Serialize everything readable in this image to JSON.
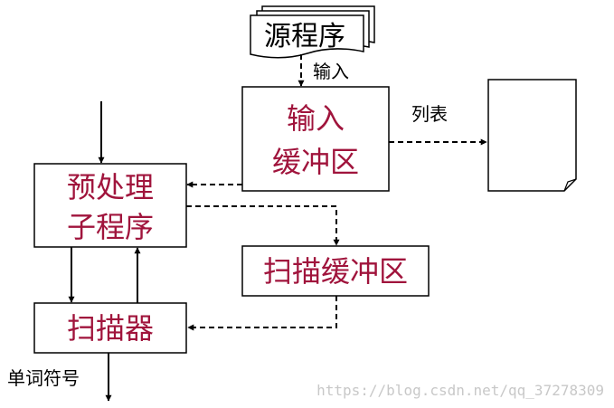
{
  "colors": {
    "node_text": "#a0143c",
    "line": "#000000",
    "watermark": "#c8c8c8"
  },
  "source_program": {
    "label": "源程序"
  },
  "input_label": "输入",
  "input_buffer": {
    "line1": "输入",
    "line2": "缓冲区"
  },
  "list_label": "列表",
  "preprocessor": {
    "line1": "预处理",
    "line2": "子程序"
  },
  "scan_buffer": {
    "label": "扫描缓冲区"
  },
  "scanner": {
    "label": "扫描器"
  },
  "output_label": "单词符号",
  "watermark": "https://blog.csdn.net/qq_37278309"
}
